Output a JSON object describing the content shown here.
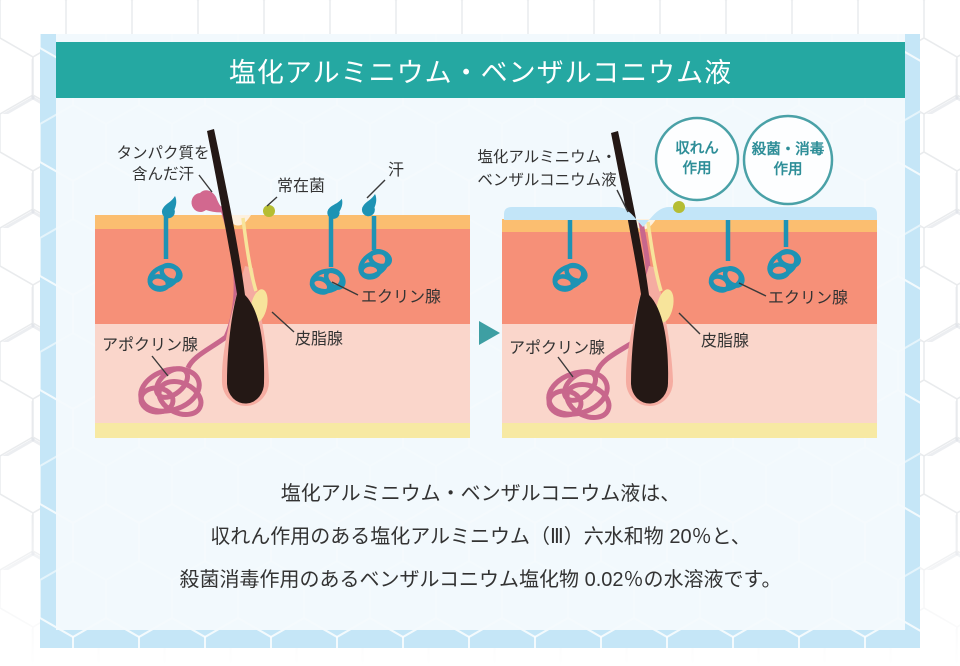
{
  "header": {
    "title": "塩化アルミニウム・ベンザルコニウム液"
  },
  "before": {
    "protein_sweat": {
      "line1": "タンパク質を",
      "line2": "含んだ汗"
    },
    "resident_bacteria": "常在菌",
    "sweat": "汗",
    "eccrine": "エクリン腺",
    "apocrine": "アポクリン腺",
    "sebaceous": "皮脂腺"
  },
  "after": {
    "solution": {
      "line1": "塩化アルミニウム・",
      "line2": "ベンザルコニウム液"
    },
    "badge_astringent": {
      "line1": "収れん",
      "line2": "作用"
    },
    "badge_disinfect": {
      "line1": "殺菌・消毒",
      "line2": "作用"
    },
    "eccrine": "エクリン腺",
    "apocrine": "アポクリン腺",
    "sebaceous": "皮脂腺"
  },
  "description": {
    "line1": "塩化アルミニウム・ベンザルコニウム液は、",
    "line2": "収れん作用のある塩化アルミニウム（Ⅲ）六水和物 20％と、",
    "line3": "殺菌消毒作用のあるベンザルコニウム塩化物 0.02％の水溶液です。"
  },
  "colors": {
    "header_teal": "#25a8a2",
    "frame_blue": "#c5e6f7",
    "card_bg": "#f3fafd",
    "liquid_blue": "#c2e5f8",
    "skin_surface_orange": "#fbbe70",
    "dermis_salmon": "#f69078",
    "hypodermis_pink": "#fad6cb",
    "fat_yellow": "#f7e9a3",
    "eccrine_blue": "#1e93b4",
    "apocrine_pink": "#c8678c",
    "sebaceous_yellow": "#f7e49b",
    "bacteria_green": "#b5bd33",
    "hair_black": "#241815",
    "badge_teal": "#2e8e98",
    "arrow_teal": "#3e9fa3",
    "text_dark": "#333333"
  }
}
